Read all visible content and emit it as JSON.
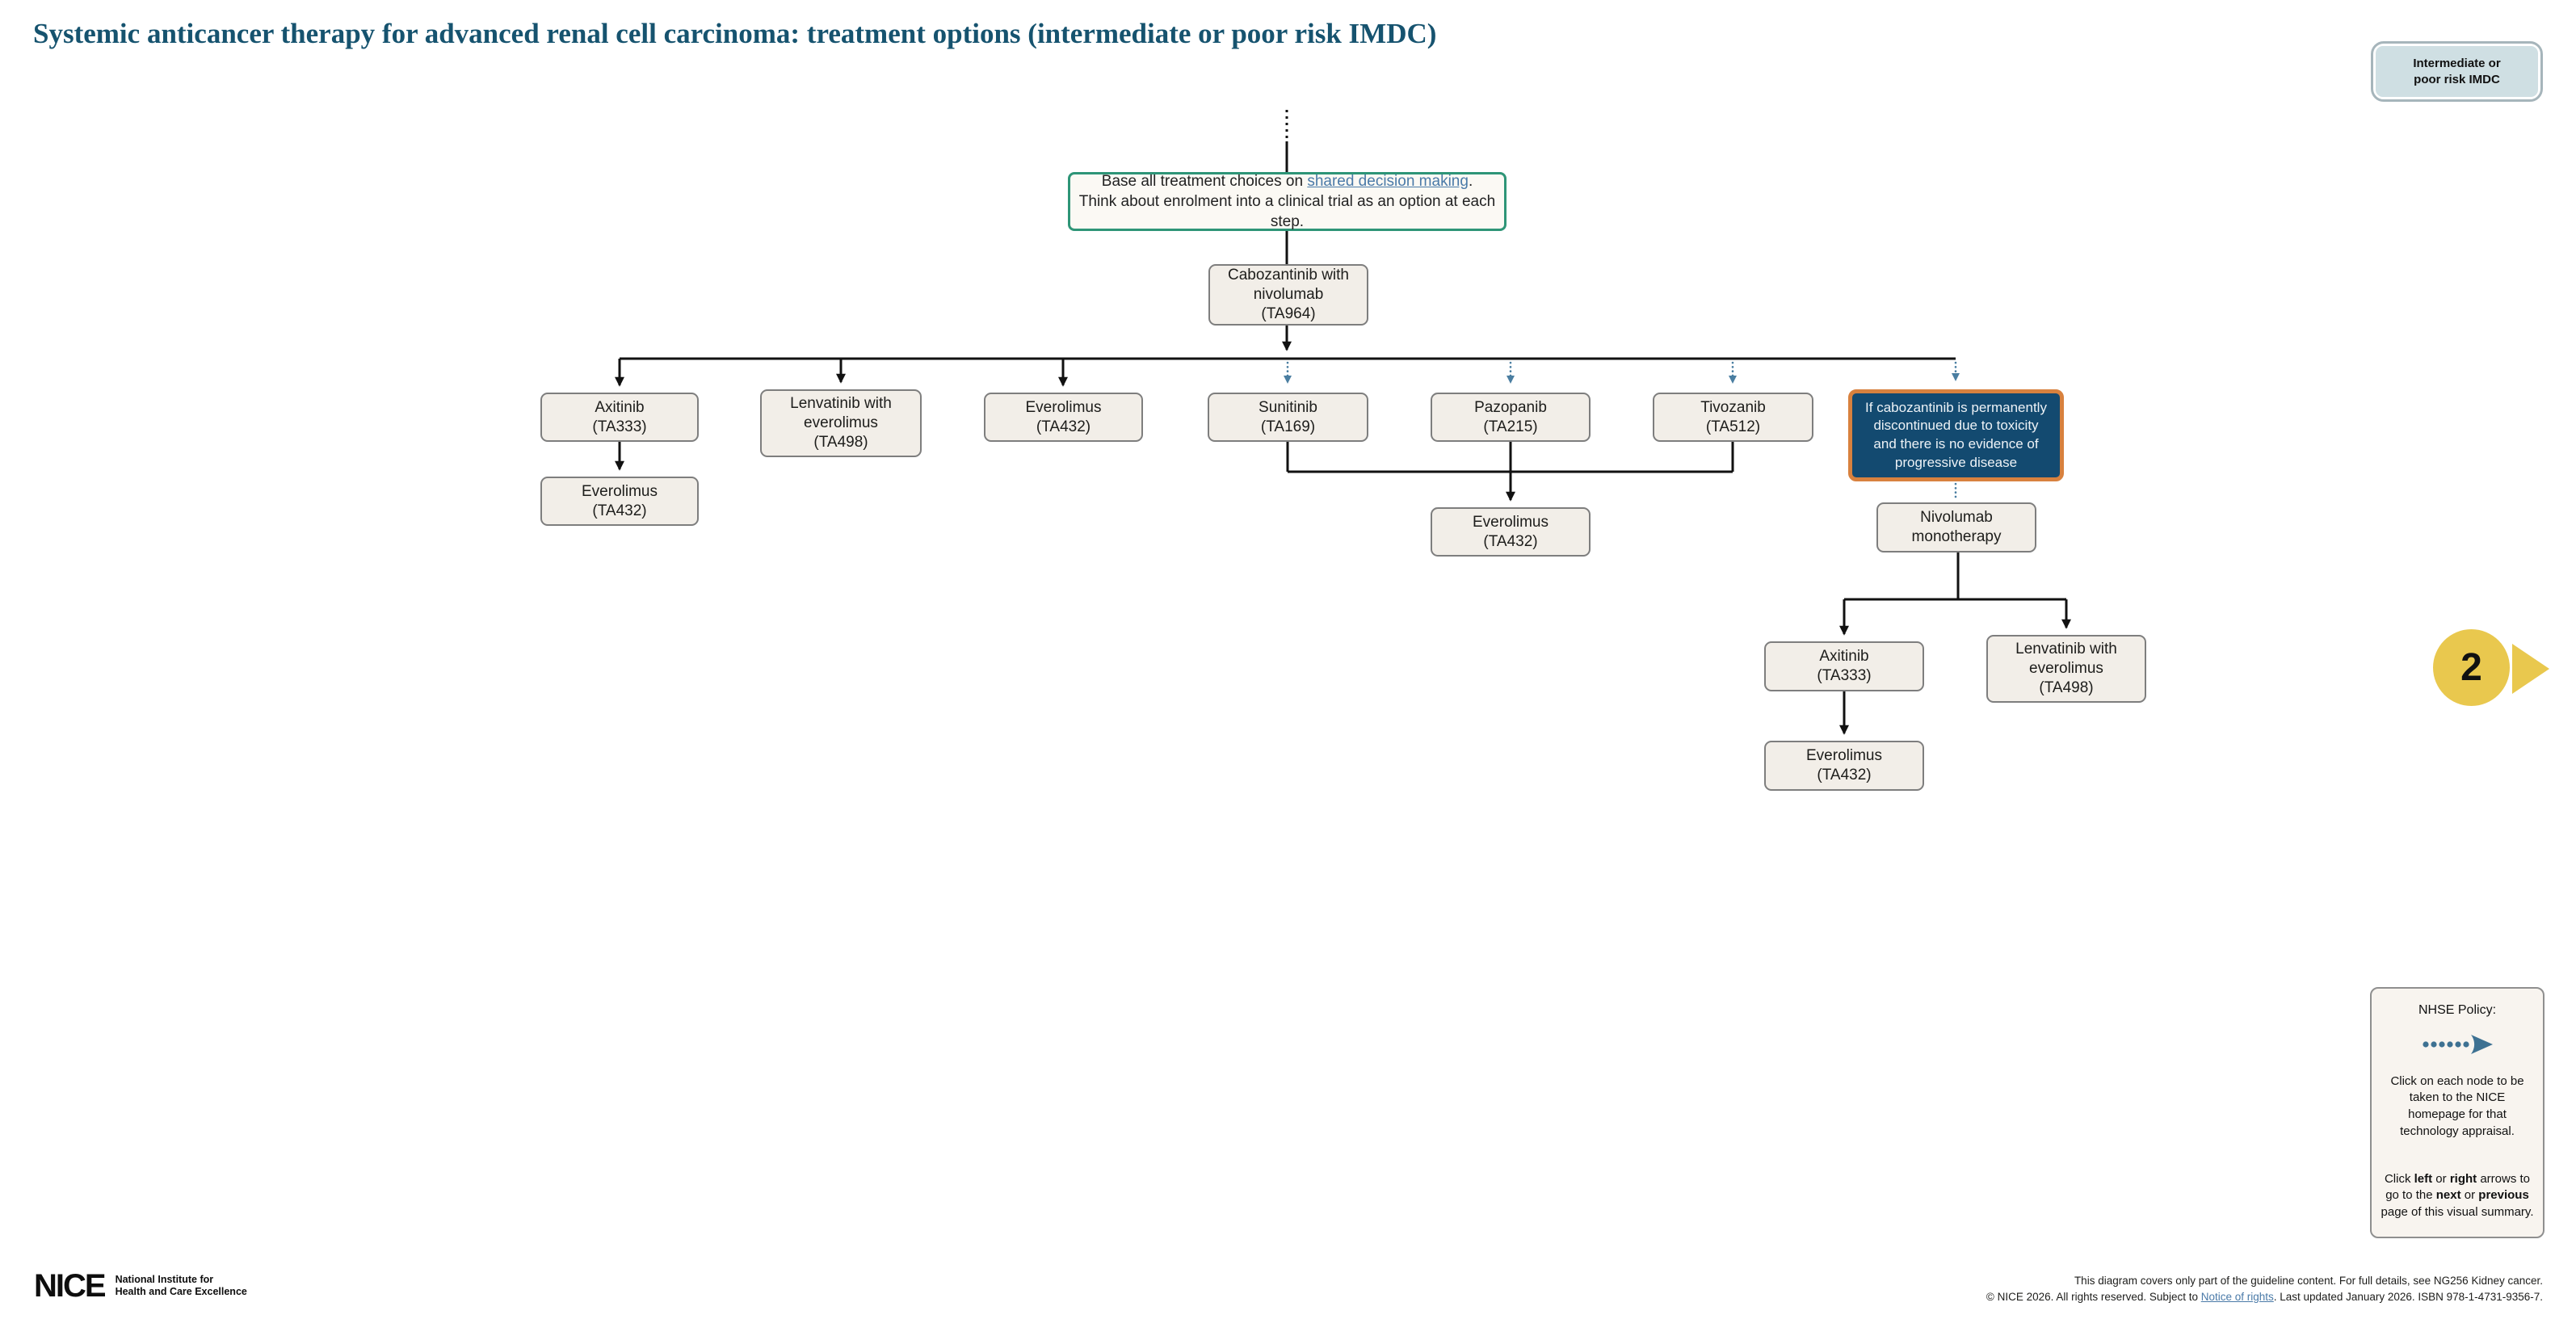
{
  "page_title": "Systemic anticancer therapy for advanced renal cell carcinoma: treatment options (intermediate or poor risk IMDC)",
  "risk_badge": {
    "text": "Intermediate or\npoor risk IMDC"
  },
  "flowchart": {
    "decision_note": {
      "text_before": "Base all treatment choices on ",
      "link_text": "shared decision making",
      "text_after": ".",
      "line2": "Think about enrolment into a clinical trial as an option at each step."
    },
    "nodes": {
      "cabozantinib_nivolumab": "Cabozantinib with\nnivolumab\n(TA964)",
      "axitinib_1": "Axitinib\n(TA333)",
      "lenvatinib_everolimus_1": "Lenvatinib with\neverolimus\n(TA498)",
      "everolimus_1": "Everolimus\n(TA432)",
      "sunitinib": "Sunitinib\n(TA169)",
      "pazopanib": "Pazopanib\n(TA215)",
      "tivozanib": "Tivozanib\n(TA512)",
      "cabozantinib_discontinued": "If cabozantinib is permanently discontinued due to toxicity and there is no evidence of progressive disease",
      "everolimus_2": "Everolimus\n(TA432)",
      "everolimus_3": "Everolimus\n(TA432)",
      "nivolumab_monotherapy": "Nivolumab\nmonotherapy",
      "axitinib_2": "Axitinib\n(TA333)",
      "lenvatinib_everolimus_2": "Lenvatinib with\neverolimus\n(TA498)",
      "everolimus_4": "Everolimus\n(TA432)"
    }
  },
  "pagination": {
    "current_page": "2",
    "arrow_icon": "next-page-arrow-icon"
  },
  "legend": {
    "heading": "NHSE Policy:",
    "arrow_icon": "nhse-dotted-arrow-icon",
    "p1": "Click on each node to be taken to the NICE homepage for that technology appraisal.",
    "p2": {
      "s1": "Click ",
      "b1": "left",
      "s2": " or ",
      "b2": "right",
      "s3": " arrows to go to the ",
      "b3": "next",
      "s4": " or ",
      "b4": "previous",
      "s5": " page of this visual summary."
    }
  },
  "nice_logo": {
    "wordmark": "NICE",
    "tagline": "National Institute for\nHealth and Care Excellence"
  },
  "footer": {
    "line1": "This diagram covers only part of the guideline content. For full details, see NG256 Kidney cancer.",
    "line2": {
      "s1": "© NICE 2026. All rights reserved. Subject to ",
      "link": "Notice of rights",
      "s2": ". Last updated January 2026. ISBN 978-1-4731-9356-7."
    }
  },
  "colors": {
    "title": "#16536F",
    "node_fill": "#F2EEE8",
    "node_border": "#7E7E7E",
    "note_border": "#2E9577",
    "dark_node_fill": "#134A70",
    "dark_node_border": "#D8813E",
    "dotted_arrow_blue": "#4A7EA1",
    "link_blue": "#4A7AA8",
    "badge_fill": "#CFDFE3",
    "badge_border": "#A6B5BB",
    "nav_yellow": "#E9C84E",
    "connector_black": "#111111"
  }
}
